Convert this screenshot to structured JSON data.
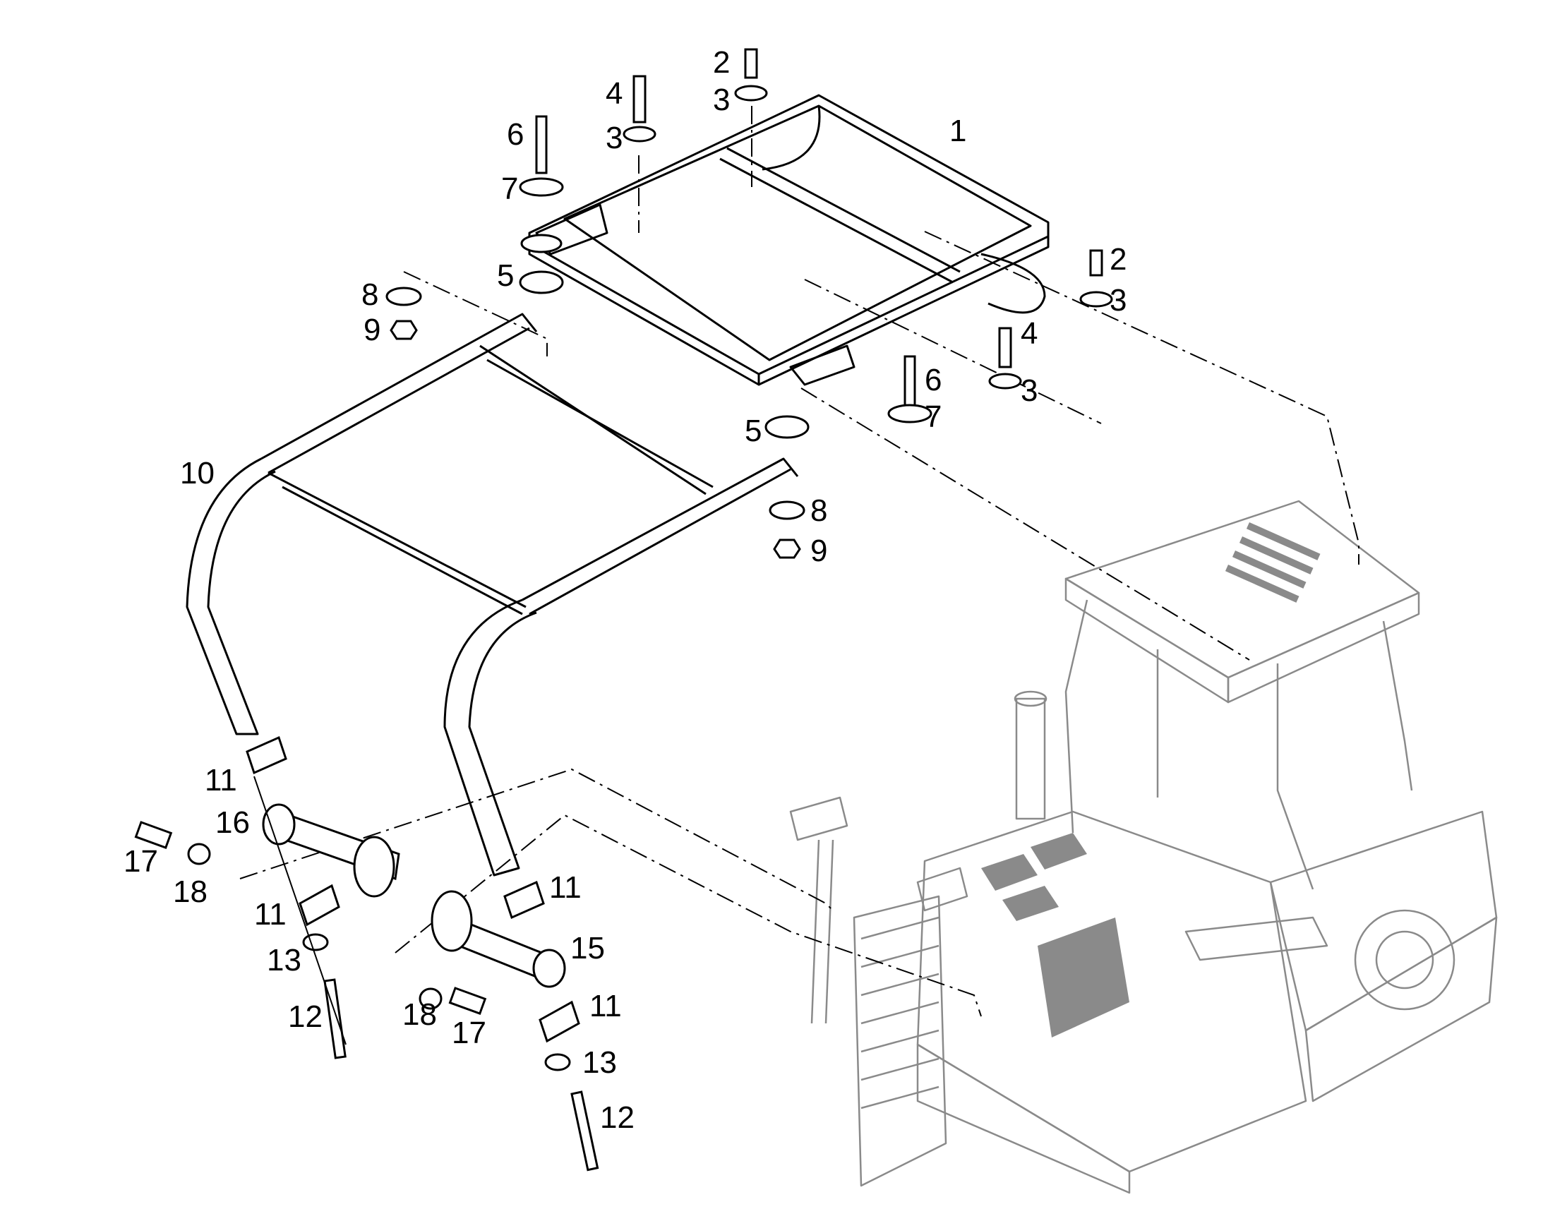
{
  "diagram": {
    "callouts": [
      {
        "id": "c1",
        "text": "1",
        "anchor": "upper-frame"
      },
      {
        "id": "c2a",
        "text": "2",
        "anchor": "bolt-top"
      },
      {
        "id": "c3a",
        "text": "3",
        "anchor": "washer-top"
      },
      {
        "id": "c4a",
        "text": "4",
        "anchor": "bolt-left"
      },
      {
        "id": "c3b",
        "text": "3",
        "anchor": "washer-left"
      },
      {
        "id": "c6a",
        "text": "6",
        "anchor": "long-bolt-left"
      },
      {
        "id": "c7a",
        "text": "7",
        "anchor": "washer-large-left"
      },
      {
        "id": "c5a",
        "text": "5",
        "anchor": "rubber-mount-left"
      },
      {
        "id": "c8a",
        "text": "8",
        "anchor": "washer-lower-left"
      },
      {
        "id": "c9a",
        "text": "9",
        "anchor": "nut-left"
      },
      {
        "id": "c2b",
        "text": "2",
        "anchor": "bolt-right"
      },
      {
        "id": "c3c",
        "text": "3",
        "anchor": "washer-right"
      },
      {
        "id": "c4b",
        "text": "4",
        "anchor": "bolt-right-mid"
      },
      {
        "id": "c3d",
        "text": "3",
        "anchor": "washer-right-mid"
      },
      {
        "id": "c6b",
        "text": "6",
        "anchor": "long-bolt-right"
      },
      {
        "id": "c7b",
        "text": "7",
        "anchor": "washer-large-right"
      },
      {
        "id": "c5b",
        "text": "5",
        "anchor": "rubber-mount-right"
      },
      {
        "id": "c8b",
        "text": "8",
        "anchor": "washer-lower-right"
      },
      {
        "id": "c9b",
        "text": "9",
        "anchor": "nut-right"
      },
      {
        "id": "c10",
        "text": "10",
        "anchor": "rops-frame"
      },
      {
        "id": "c11a",
        "text": "11",
        "anchor": "clamp-left-upper"
      },
      {
        "id": "c16",
        "text": "16",
        "anchor": "pivot-tube-left"
      },
      {
        "id": "c17a",
        "text": "17",
        "anchor": "bolt-short-left"
      },
      {
        "id": "c18a",
        "text": "18",
        "anchor": "washer-short-left"
      },
      {
        "id": "c11b",
        "text": "11",
        "anchor": "clamp-left-lower"
      },
      {
        "id": "c13a",
        "text": "13",
        "anchor": "washer-pin-left"
      },
      {
        "id": "c12a",
        "text": "12",
        "anchor": "pin-left"
      },
      {
        "id": "c11c",
        "text": "11",
        "anchor": "clamp-right-upper"
      },
      {
        "id": "c15",
        "text": "15",
        "anchor": "pivot-tube-right"
      },
      {
        "id": "c18b",
        "text": "18",
        "anchor": "washer-short-right"
      },
      {
        "id": "c17b",
        "text": "17",
        "anchor": "bolt-short-right"
      },
      {
        "id": "c11d",
        "text": "11",
        "anchor": "clamp-right-lower"
      },
      {
        "id": "c13b",
        "text": "13",
        "anchor": "washer-pin-right"
      },
      {
        "id": "c12b",
        "text": "12",
        "anchor": "pin-right"
      }
    ]
  }
}
